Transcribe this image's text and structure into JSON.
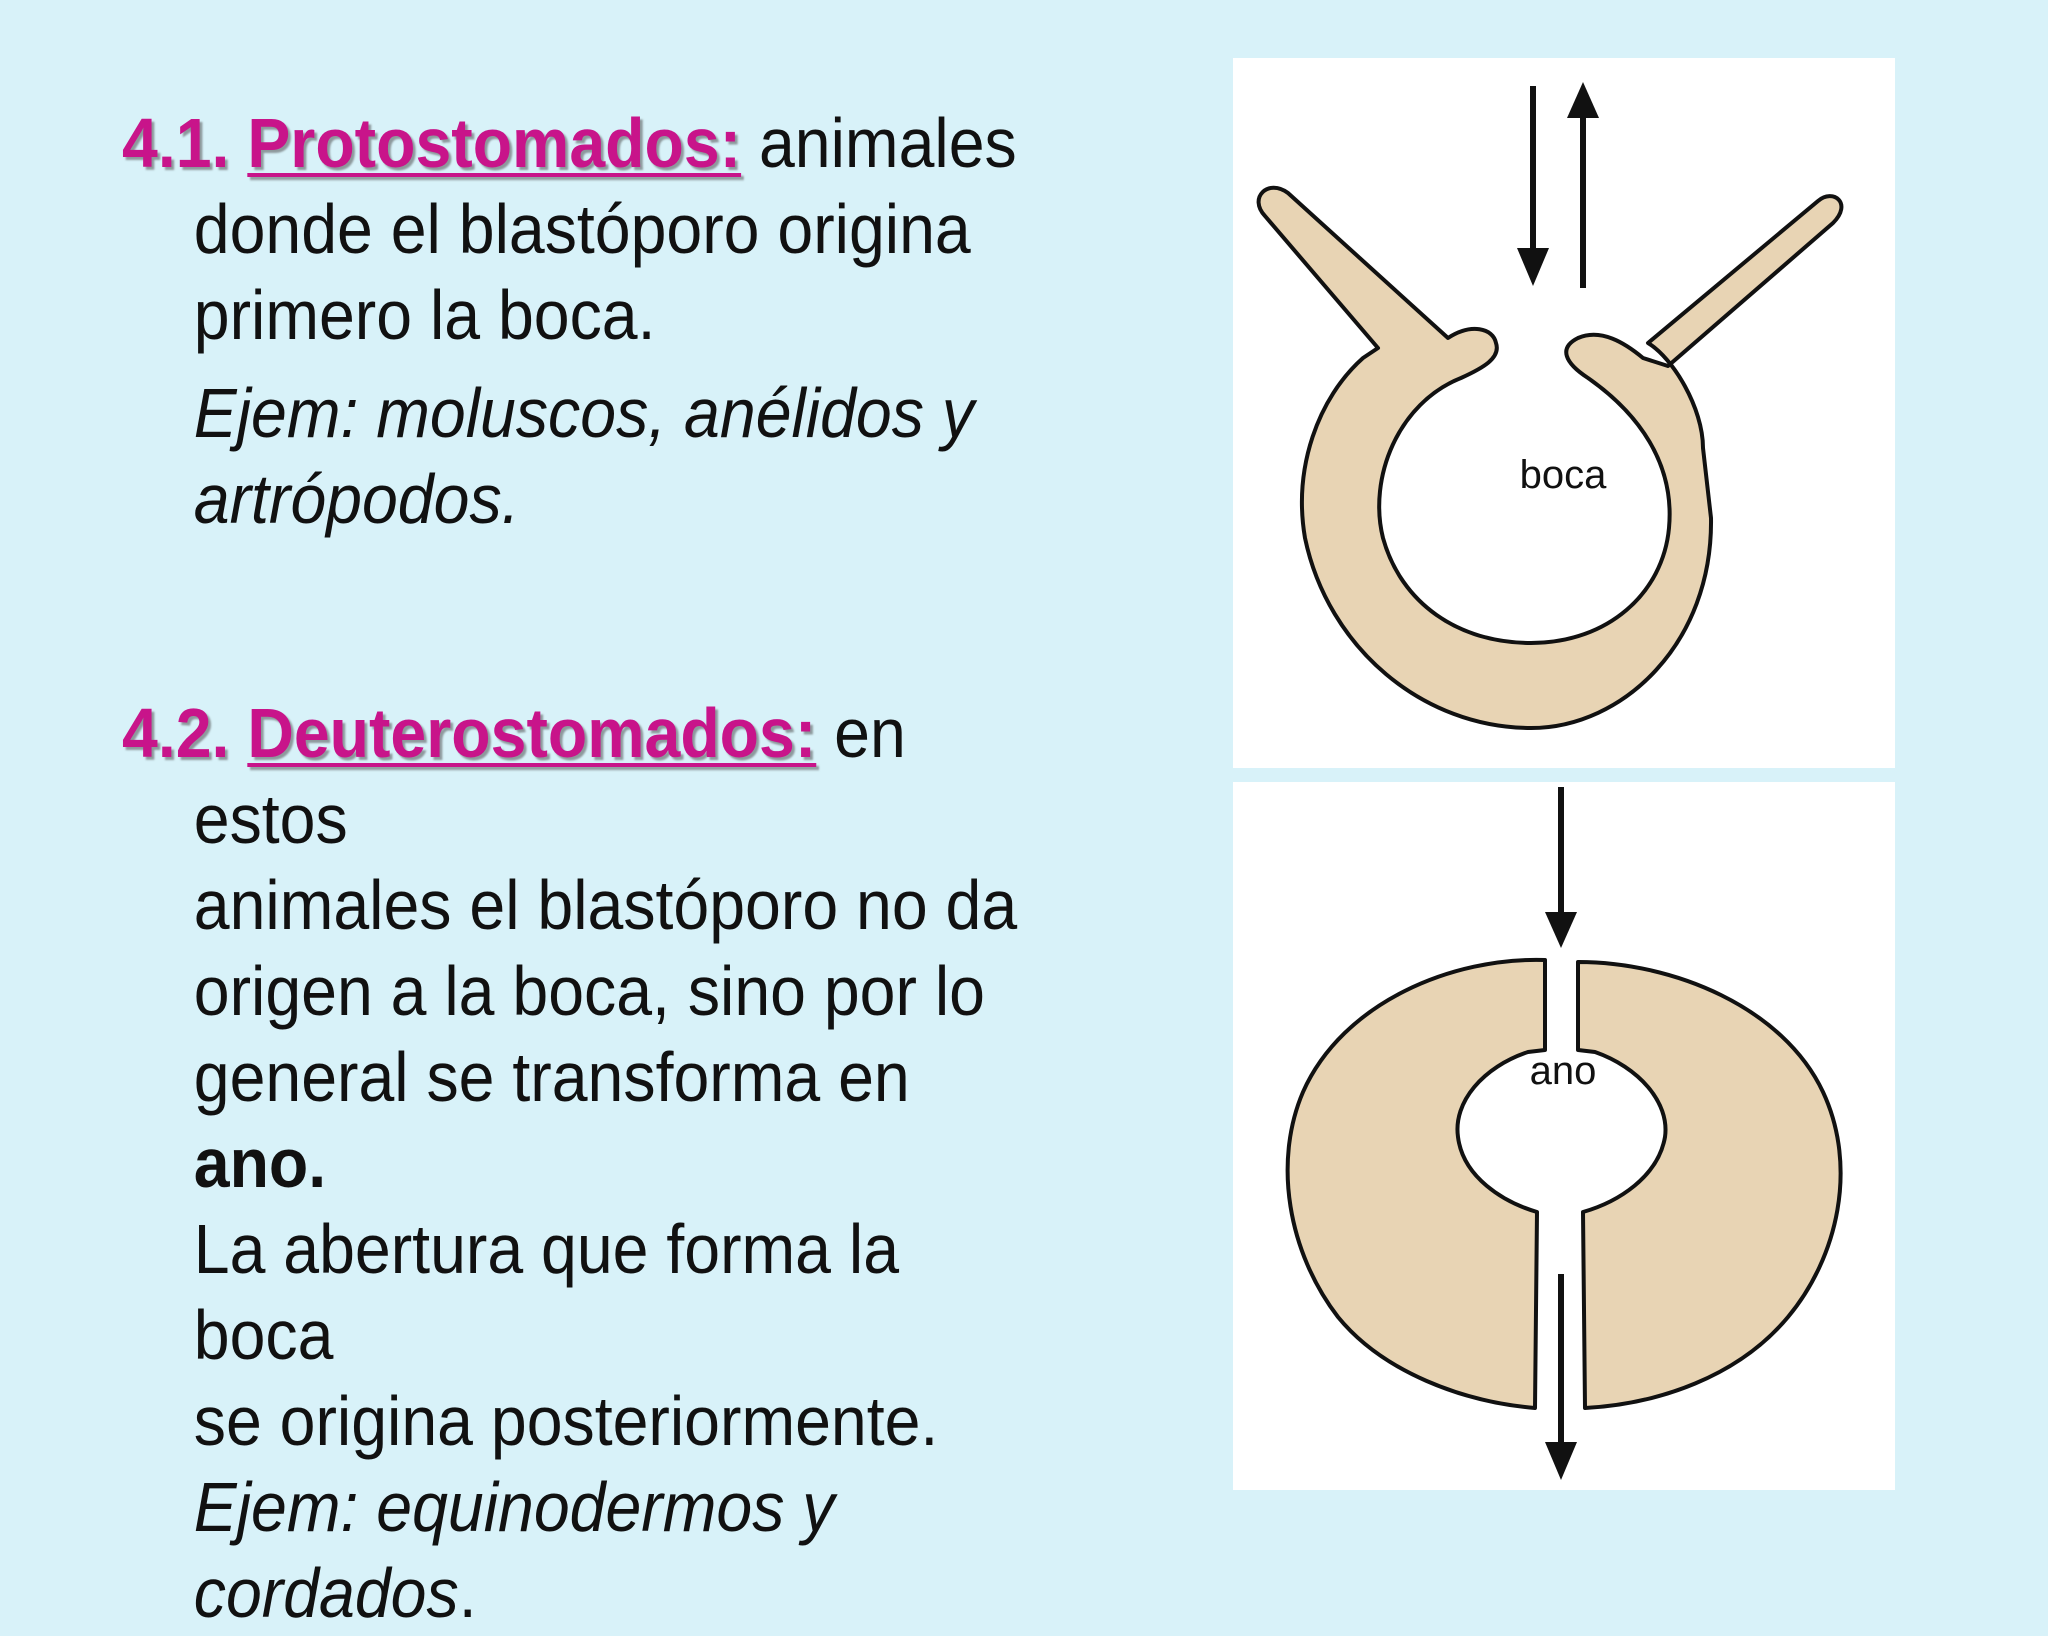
{
  "section1": {
    "number": "4.1.",
    "term": "Protostomados:",
    "text_lines": [
      "animales",
      "donde el blastóporo origina",
      "primero la boca."
    ],
    "example_lines": [
      "Ejem: moluscos, anélidos y",
      "artrópodos."
    ]
  },
  "section2": {
    "number": "4.2.",
    "term": "Deuterostomados:",
    "text_first": "en estos",
    "text_lines": [
      "animales el blastóporo no da",
      "origen a la boca, sino por lo"
    ],
    "text_line3_prefix": "general se transforma en",
    "text_line3_bold": "ano.",
    "text_lines_after": [
      "La abertura que forma la boca",
      "se origina posteriormente."
    ],
    "example_lines": [
      "Ejem: equinodermos y"
    ],
    "example_last_italic": "cordados",
    "example_last_suffix": "."
  },
  "diagrams": {
    "top_label": "boca",
    "bottom_label": "ano",
    "tissue_color": "#e8d4b4",
    "outline_color": "#111111"
  }
}
